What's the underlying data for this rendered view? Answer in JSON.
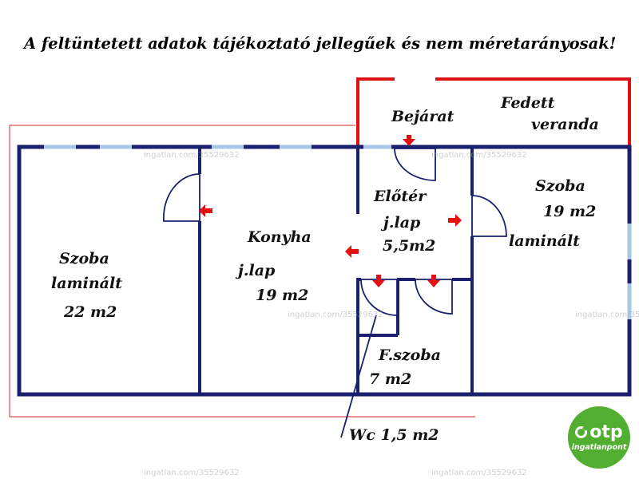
{
  "disclaimer": "A feltüntetett adatok tájékoztató jellegűek és nem méretarányosak!",
  "entrance_label": "Bejárat",
  "veranda": {
    "line1": "Fedett",
    "line2": "veranda"
  },
  "rooms": {
    "left_room": {
      "name": "Szoba",
      "floor": "laminált",
      "area": "22 m2"
    },
    "kitchen": {
      "name": "Konyha",
      "floor": "j.lap",
      "area": "19 m2"
    },
    "hall": {
      "name": "Előtér",
      "floor": "j.lap",
      "area": "5,5m2"
    },
    "right_room": {
      "name": "Szoba",
      "area": "19 m2",
      "floor": "laminált"
    },
    "bathroom": {
      "name": "F.szoba",
      "area": "7 m2"
    },
    "wc": {
      "label": "Wc 1,5 m2"
    }
  },
  "watermark": "ingatlan.com/35529632",
  "logo": {
    "brand": "otp",
    "sub": "ingatlanpont"
  },
  "colors": {
    "wall": "#1a1f6e",
    "window": "#a9c8e6",
    "veranda_outline": "#dd1111",
    "plot_line": "#e07070",
    "arrow": "#e21010",
    "logo_green": "#52ae30"
  }
}
